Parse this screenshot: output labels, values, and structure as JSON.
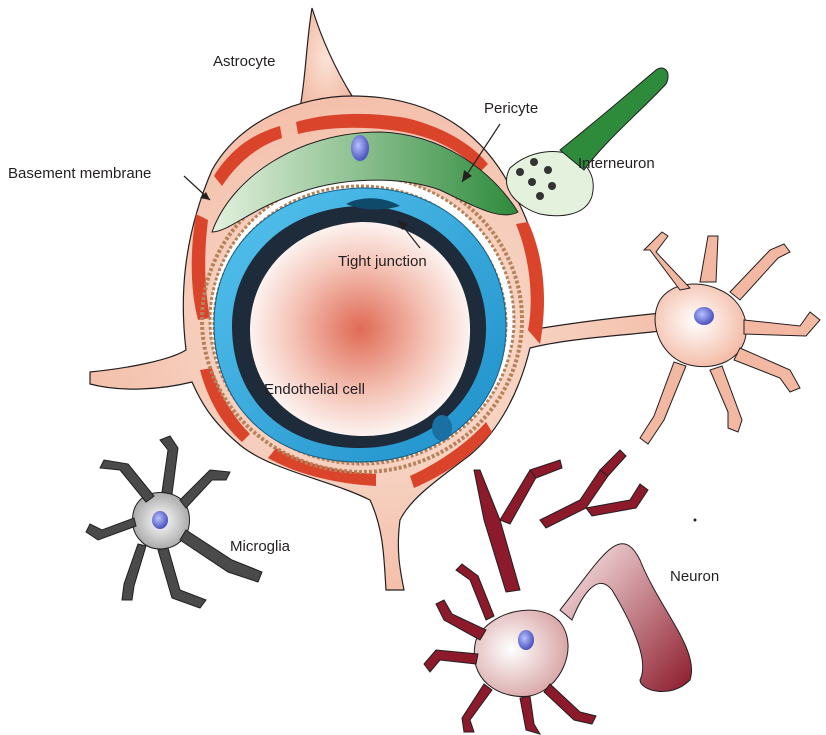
{
  "labels": {
    "astrocyte": "Astrocyte",
    "pericyte": "Pericyte",
    "basement_membrane": "Basement membrane",
    "interneuron": "Interneuron",
    "tight_junction": "Tight junction",
    "endothelial_cell": "Endothelial cell",
    "microglia": "Microglia",
    "neuron": "Neuron"
  },
  "colors": {
    "astrocyte_fill": "#f6c8b4",
    "astrocyte_endfoot": "#d9442b",
    "pericyte": "#3f9a4a",
    "pericyte_light": "#cfe6c9",
    "endothelial": "#2aa7de",
    "endothelial_dark": "#1e2b3a",
    "basement_membrane": "#b5835a",
    "lumen": "#e8897a",
    "interneuron": "#e3f1dd",
    "neuron": "#8c1a2a",
    "microglia": "#4a4a4a",
    "nucleus": "#5b63c9"
  }
}
